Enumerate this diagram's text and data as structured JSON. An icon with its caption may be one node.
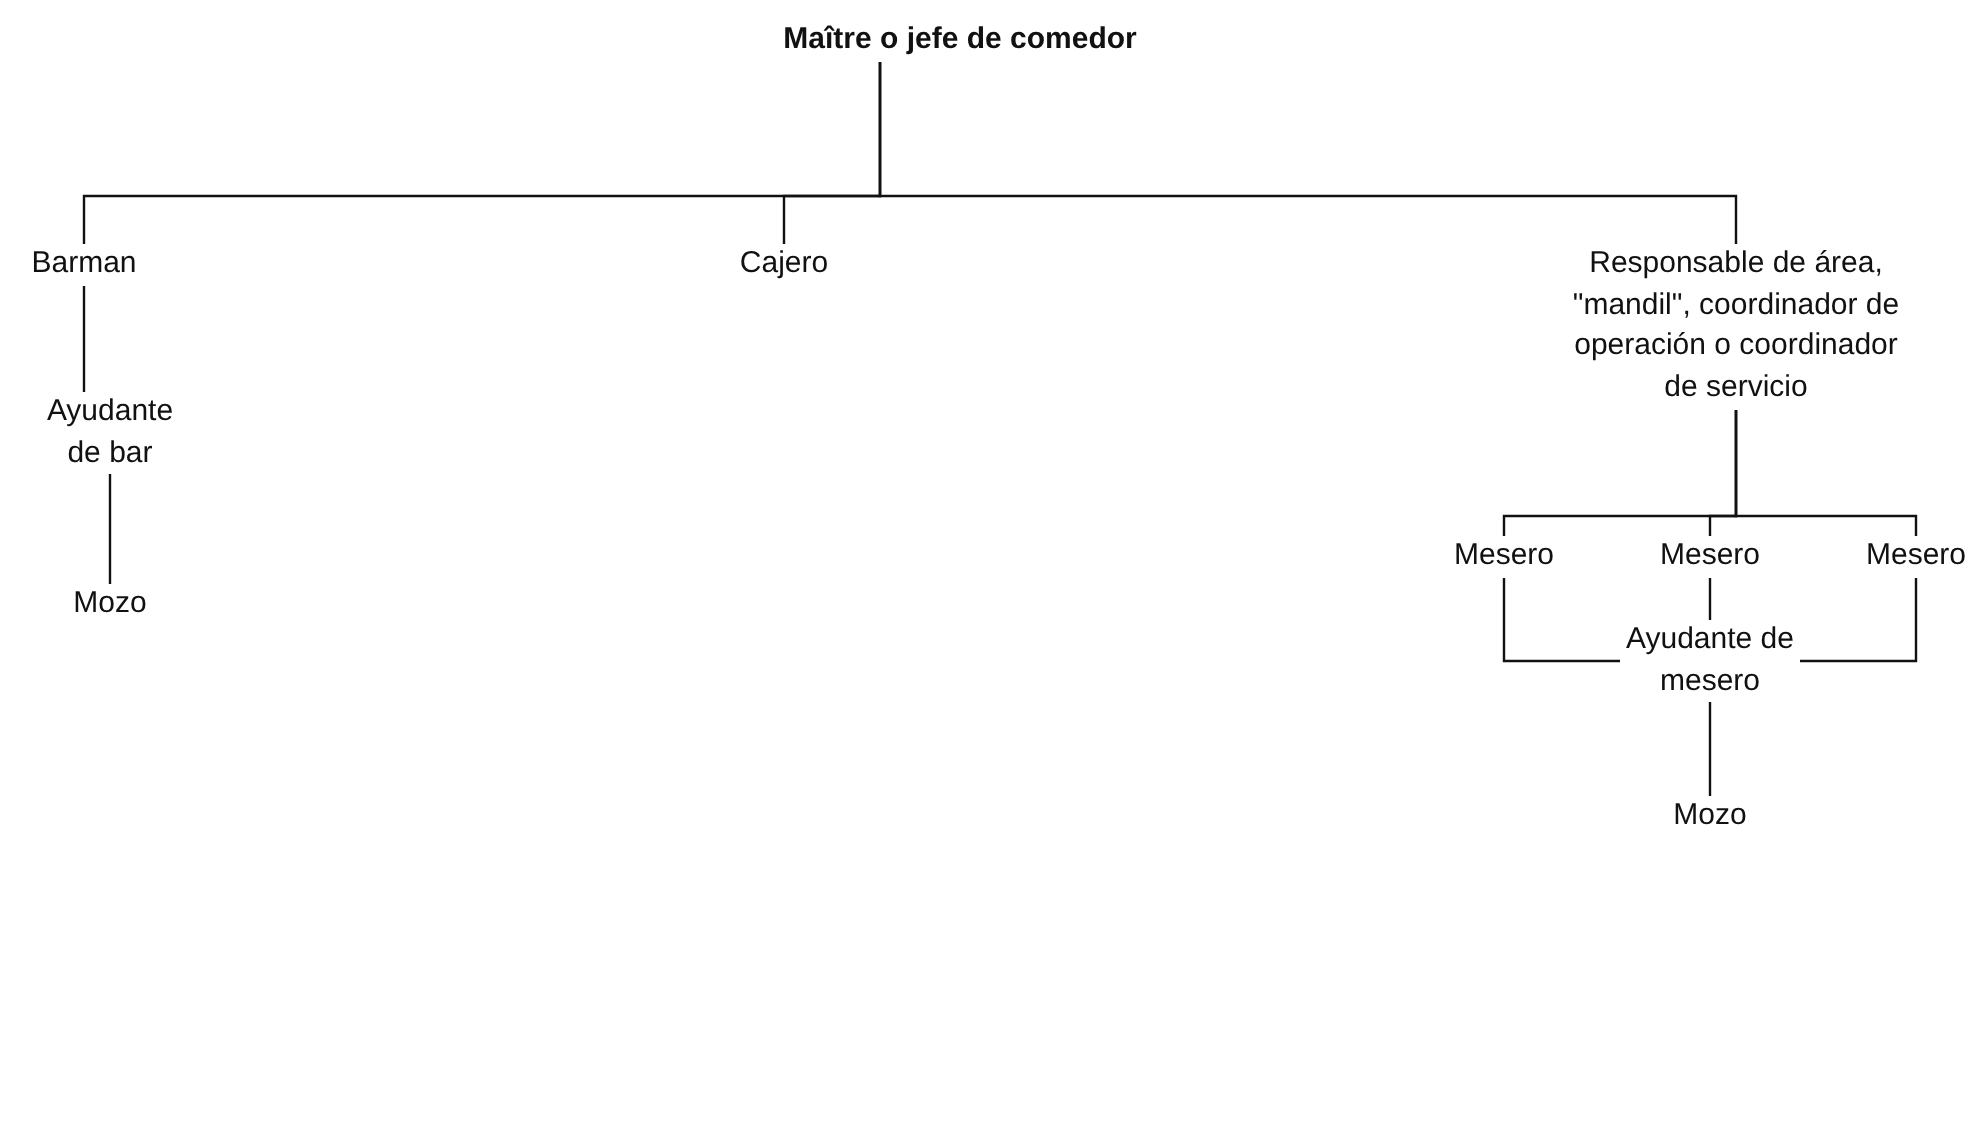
{
  "diagram": {
    "nodes": [
      {
        "text": [
          "Maître o jefe de comedor"
        ]
      },
      {
        "text": [
          "Barman"
        ]
      },
      {
        "text": [
          "Cajero"
        ]
      },
      {
        "text": [
          "Responsable de área, \"mandil\", coordinador de operación o coordinador de servicio"
        ]
      },
      {
        "text": [
          "Ayudante de bar"
        ]
      },
      {
        "text": [
          "Mozo"
        ]
      },
      {
        "text": [
          "Mesero"
        ]
      },
      {
        "text": [
          "Mesero"
        ]
      },
      {
        "text": [
          "Mesero"
        ]
      },
      {
        "text": [
          "Ayudante de mesero"
        ]
      },
      {
        "text": [
          "Mozo"
        ]
      }
    ],
    "edges": [
      {
        "from": 0,
        "to": 1,
        "arrow": "none"
      },
      {
        "from": 0,
        "to": 2,
        "arrow": "none"
      },
      {
        "from": 0,
        "to": 3,
        "arrow": "none"
      },
      {
        "from": 1,
        "to": 4,
        "arrow": "none"
      },
      {
        "from": 4,
        "to": 5,
        "arrow": "none"
      },
      {
        "from": 3,
        "to": 6,
        "arrow": "none"
      },
      {
        "from": 3,
        "to": 7,
        "arrow": "none"
      },
      {
        "from": 3,
        "to": 8,
        "arrow": "none"
      },
      {
        "from": 6,
        "to": 9,
        "arrow": "none"
      },
      {
        "from": 7,
        "to": 9,
        "arrow": "none"
      },
      {
        "from": 8,
        "to": 9,
        "arrow": "none"
      },
      {
        "from": 9,
        "to": 10,
        "arrow": "none"
      }
    ]
  }
}
